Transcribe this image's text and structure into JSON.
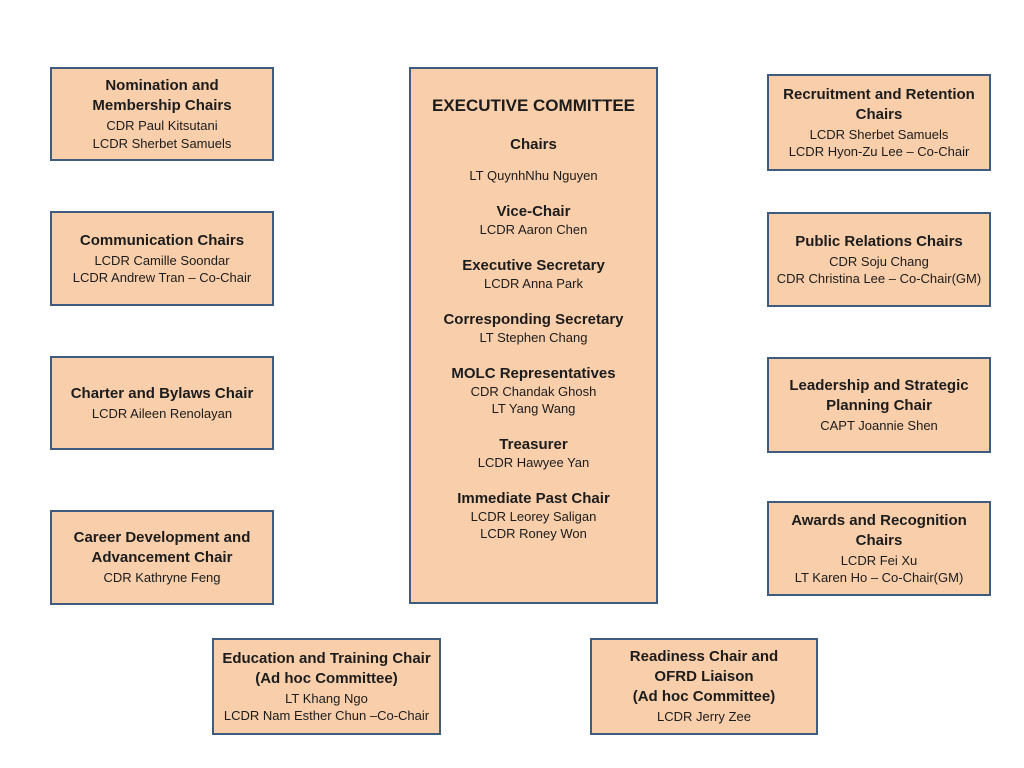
{
  "colors": {
    "box_fill": "#F9CEAA",
    "box_border": "#3F5B7D",
    "text": "#1C1C1C",
    "background": "#FFFFFF"
  },
  "exec": {
    "title": "EXECUTIVE COMMITTEE",
    "sections": [
      {
        "role": "Chairs",
        "members": [
          "LT QuynhNhu Nguyen"
        ]
      },
      {
        "role": "Vice-Chair",
        "members": [
          "LCDR Aaron Chen"
        ]
      },
      {
        "role": "Executive Secretary",
        "members": [
          "LCDR Anna Park"
        ]
      },
      {
        "role": "Corresponding Secretary",
        "members": [
          "LT Stephen Chang"
        ]
      },
      {
        "role": "MOLC Representatives",
        "members": [
          "CDR Chandak Ghosh",
          "LT Yang Wang"
        ]
      },
      {
        "role": "Treasurer",
        "members": [
          "LCDR Hawyee Yan"
        ]
      },
      {
        "role": "Immediate Past Chair",
        "members": [
          "LCDR Leorey Saligan",
          "LCDR Roney Won"
        ]
      }
    ]
  },
  "boxes": {
    "nomination": {
      "title_lines": [
        "Nomination and",
        "Membership Chairs"
      ],
      "members": [
        "CDR Paul Kitsutani",
        "LCDR Sherbet Samuels"
      ]
    },
    "communication": {
      "title_lines": [
        "Communication Chairs"
      ],
      "members": [
        "LCDR Camille Soondar",
        "LCDR Andrew Tran – Co-Chair"
      ]
    },
    "charter": {
      "title_lines": [
        "Charter and Bylaws Chair"
      ],
      "members": [
        "LCDR Aileen Renolayan"
      ]
    },
    "career": {
      "title_lines": [
        "Career Development and",
        "Advancement Chair"
      ],
      "members": [
        "CDR Kathryne Feng"
      ]
    },
    "recruitment": {
      "title_lines": [
        "Recruitment and Retention",
        "Chairs"
      ],
      "members": [
        "LCDR Sherbet Samuels",
        "LCDR Hyon-Zu Lee – Co-Chair"
      ]
    },
    "public_relations": {
      "title_lines": [
        "Public Relations Chairs"
      ],
      "members": [
        "CDR Soju Chang",
        "CDR Christina Lee – Co-Chair(GM)"
      ]
    },
    "leadership": {
      "title_lines": [
        "Leadership and Strategic",
        "Planning Chair"
      ],
      "members": [
        "CAPT Joannie Shen"
      ]
    },
    "awards": {
      "title_lines": [
        "Awards and Recognition",
        "Chairs"
      ],
      "members": [
        "LCDR Fei Xu",
        "LT Karen Ho – Co-Chair(GM)"
      ]
    },
    "education": {
      "title_lines": [
        "Education and Training Chair",
        "(Ad hoc Committee)"
      ],
      "members": [
        "LT Khang Ngo",
        "LCDR Nam Esther Chun –Co-Chair"
      ]
    },
    "readiness": {
      "title_lines": [
        "Readiness Chair and",
        "OFRD Liaison",
        "(Ad hoc Committee)"
      ],
      "members": [
        "LCDR Jerry Zee"
      ]
    }
  }
}
